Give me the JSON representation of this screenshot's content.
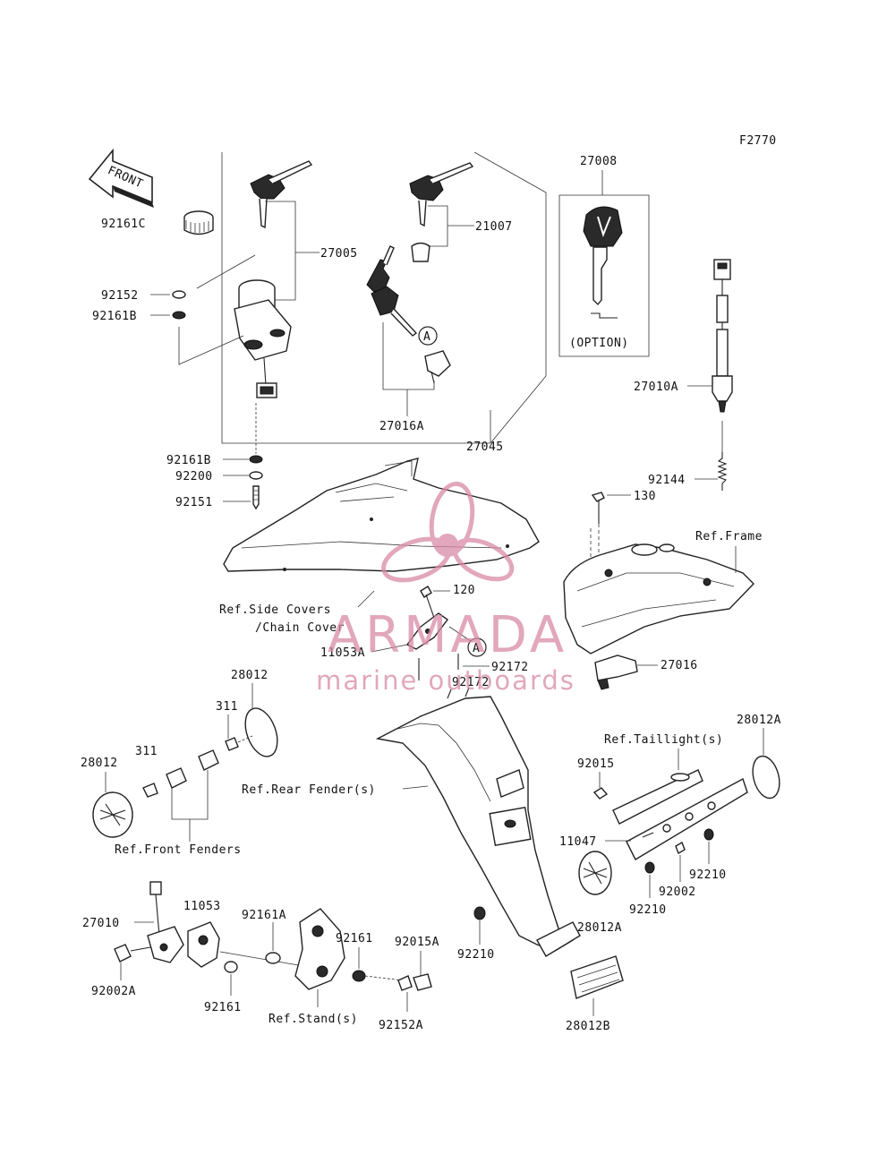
{
  "figure_id": "F2770",
  "front_arrow": "FRONT",
  "labels": {
    "p92161C": "92161C",
    "p27005": "27005",
    "p21007": "21007",
    "p27008": "27008",
    "option": "(OPTION)",
    "p92152": "92152",
    "p92161B_top": "92161B",
    "p27016A": "27016A",
    "p27045": "27045",
    "p27010A": "27010A",
    "p92161B_bot": "92161B",
    "p92200": "92200",
    "p92151": "92151",
    "p92144": "92144",
    "p130": "130",
    "ref_frame": "Ref.Frame",
    "p120": "120",
    "ref_side_covers_1": "Ref.Side Covers",
    "ref_side_covers_2": "/Chain Cover",
    "p11053A": "11053A",
    "p92172_a": "92172",
    "p92172_b": "92172",
    "p27016": "27016",
    "p28012_top": "28012",
    "p311_a": "311",
    "p311_b": "311",
    "p28012_left": "28012",
    "ref_front_fenders": "Ref.Front Fenders",
    "ref_rear_fender": "Ref.Rear Fender(s)",
    "p28012A_right": "28012A",
    "ref_taillight": "Ref.Taillight(s)",
    "p92015": "92015",
    "p11047": "11047",
    "p92210_a": "92210",
    "p92002": "92002",
    "p92210_b": "92210",
    "p27010": "27010",
    "p11053": "11053",
    "p92161A": "92161A",
    "p92161_a": "92161",
    "p92015A": "92015A",
    "p92210_c": "92210",
    "p28012A_bot": "28012A",
    "p92002A": "92002A",
    "p92161_b": "92161",
    "ref_stand": "Ref.Stand(s)",
    "p92152A": "92152A",
    "p28012B": "28012B",
    "marker_a": "A"
  },
  "watermark": {
    "brand": "ARMADA",
    "tagline": "marine outboards",
    "color": "#d98aa6"
  }
}
